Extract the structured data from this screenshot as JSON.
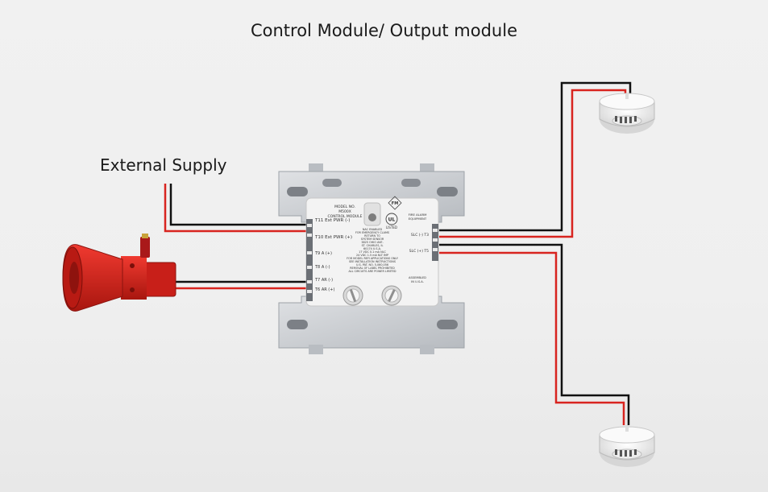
{
  "title": "Control Module/ Output module",
  "external_supply_label": "External Supply",
  "module": {
    "model_lines": [
      "MODEL NO.",
      "M500X",
      "CONTROL MODULE"
    ],
    "terminals_left": [
      "T11 Ext PWR (-)",
      "T10 Ext PWR (+)",
      "T9 A (+)",
      "T8 A (-)",
      "T7 AR (-)",
      "T6 AR (+)"
    ],
    "terminals_right": [
      "SLC (-) T3",
      "SLC (+) T5"
    ],
    "center_text": [
      "NAC ENABLED",
      "FOR EMERGENCY CLAMS",
      "RETURN TO",
      "SYSTEM SENSOR",
      "3825 OHIO AVE.",
      "ST. CHARLES, IL",
      "60174 U.S.A.",
      "17 VDC  0.1 mA NLC",
      "24 VDC 1.5 mA NLT IMP",
      "FOR MODEL REFI APPLICATIONS ONLY",
      "SEE INSTALLATION INSTRUCTIONS",
      "U.S. PAT. NO. 5,060,056",
      "REMOVAL OF LABEL PROHIBITED",
      "ALL CIRCUITS ARE POWER LIMITED"
    ],
    "fm_mark": "FM",
    "ul_mark": "UL",
    "listed_text": "LISTED",
    "fire_alarm_text": [
      "FIRE ALARM",
      "EQUIPMENT"
    ],
    "assembled_text": [
      "ASSEMBLED",
      "IN U.S.A."
    ]
  },
  "colors": {
    "wire_red": "#d8241f",
    "wire_black": "#111111",
    "horn_red": "#d9231d",
    "module_body": "#f2f2f2",
    "bracket": "#c9ccd0"
  }
}
